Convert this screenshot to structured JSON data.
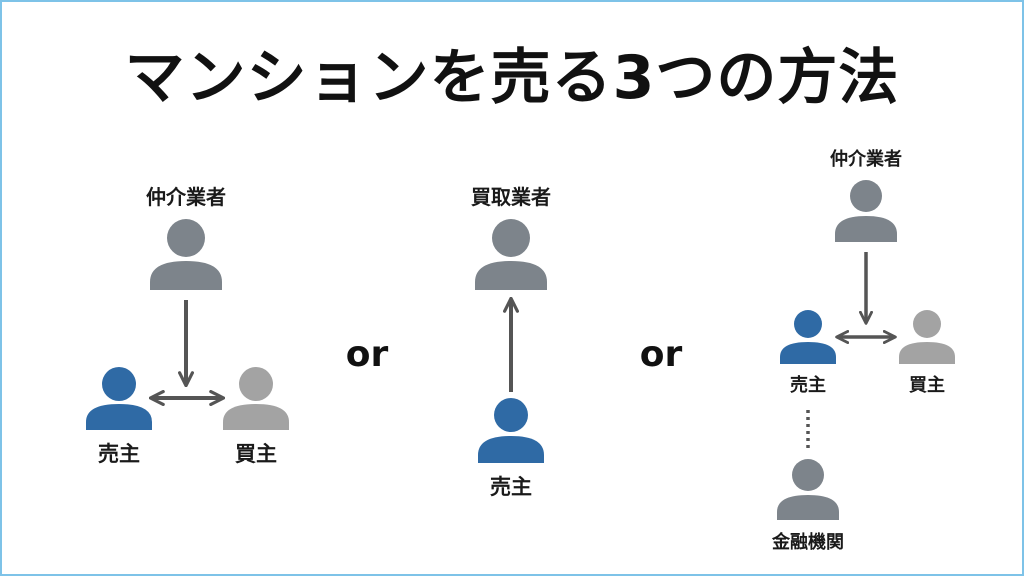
{
  "title": "マンションを売る3つの方法",
  "separators": [
    "or",
    "or"
  ],
  "colors": {
    "seller": "#2f6aa5",
    "buyer": "#a3a3a3",
    "agent": "#7d848b",
    "arrow": "#555555",
    "frame": "#7ec3e8"
  },
  "method1": {
    "agent_label": "仲介業者",
    "seller_label": "売主",
    "buyer_label": "買主"
  },
  "method2": {
    "buyer_label": "買取業者",
    "seller_label": "売主"
  },
  "method3": {
    "agent_label": "仲介業者",
    "seller_label": "売主",
    "buyer_label": "買主",
    "bank_label": "金融機関"
  }
}
